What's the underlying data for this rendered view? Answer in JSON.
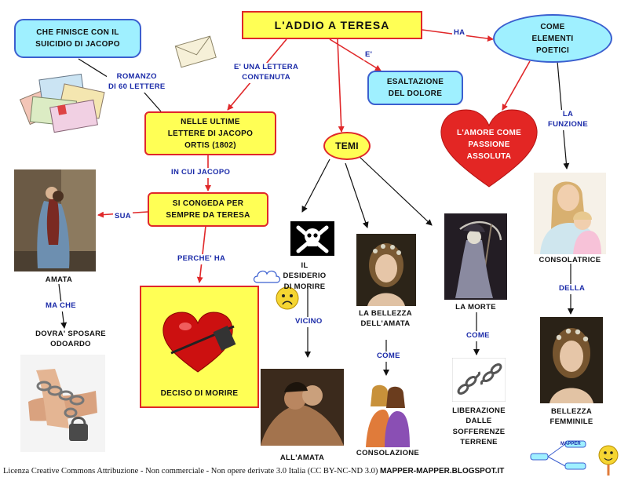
{
  "nodes": {
    "title": "L'ADDIO    A    TERESA",
    "suicidio": "CHE    FINISCE    CON   IL\nSUICIDIO    DI    JACOPO",
    "esaltazione": "ESALTAZIONE\nDEL    DOLORE",
    "elementi": "COME\nELEMENTI\nPOETICI",
    "ultime": "NELLE      ULTIME\nLETTERE    DI    JACOPO\nORTIS      (1802)",
    "temi": "TEMI",
    "congeda": "SI     CONGEDA     PER\nSEMPRE    DA    TERESA",
    "amore": "L'AMORE    COME\nPASSIONE\nASSOLUTA",
    "deciso": "DECISO    DI    MORIRE"
  },
  "links": {
    "romanzo": "ROMANZO\nDI  60    LETTERE",
    "lettera": "E'    UNA    LETTERA\nCONTENUTA",
    "e": "E'",
    "ha": "HA",
    "funzione": "LA\nFUNZIONE",
    "incui": "IN   CUI   JACOPO",
    "sua": "SUA",
    "perche": "PERCHE'    HA",
    "mache": "MA    CHE",
    "vicino": "VICINO",
    "come1": "COME",
    "come2": "COME",
    "della": "DELLA"
  },
  "captions": {
    "amata": "AMATA",
    "dovra": "DOVRA'      SPOSARE\nODOARDO",
    "desiderio": "IL\nDESIDERIO\nDI    MORIRE",
    "bellezza_amata": "LA       BELLEZZA\nDELL'AMATA",
    "morte": "LA     MORTE",
    "consolatrice": "CONSOLATRICE",
    "allamata": "ALL'AMATA",
    "consolazione": "CONSOLAZIONE",
    "liberazione": "LIBERAZIONE\nDALLE\nSOFFERENZE\nTERRENE",
    "bellezza_femminile": "BELLEZZA\nFEMMINILE"
  },
  "footer": {
    "license": "Licenza Creative Commons Attribuzione - Non commerciale - Non opere derivate 3.0 Italia (CC BY-NC-ND 3.0)",
    "site": "MAPPER-MAPPER.BLOGSPOT.IT"
  },
  "logo": {
    "text": "MAPPER"
  },
  "colors": {
    "accent_red": "#e0282a",
    "link_blue": "#1a2aa8",
    "node_yellow": "#ffff55",
    "node_cyan": "#9ff0ff"
  }
}
